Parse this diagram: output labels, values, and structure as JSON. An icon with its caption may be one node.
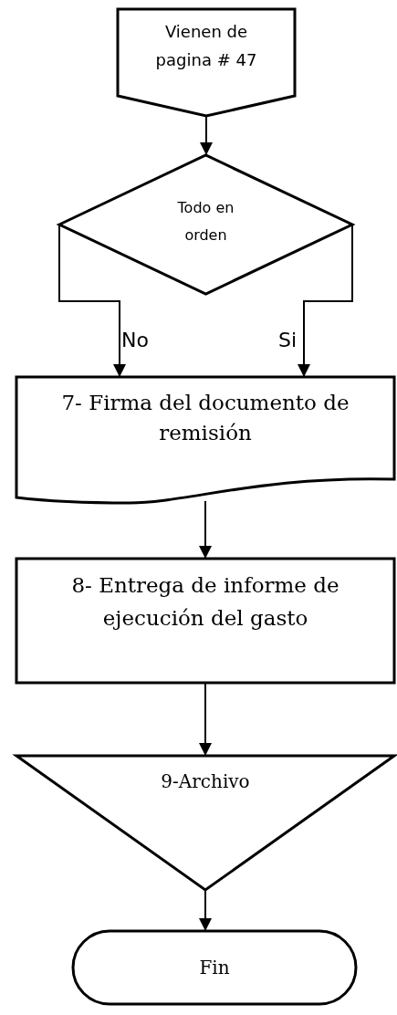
{
  "diagram": {
    "nodes": [
      {
        "text": [
          "Vienen de pagina # 47"
        ]
      },
      {
        "text": [
          "Todo en orden"
        ]
      },
      {
        "text": [
          "7- Firma del documento de remisión"
        ]
      },
      {
        "text": [
          "8- Entrega de informe de ejecución del gasto"
        ]
      },
      {
        "text": [
          "9-Archivo"
        ]
      },
      {
        "text": [
          "Fin"
        ]
      }
    ],
    "edges": [
      {
        "from": 0,
        "to": 1,
        "arrow": "to"
      },
      {
        "from": 1,
        "to": 2,
        "arrow": "to",
        "label": "No"
      },
      {
        "from": 1,
        "to": 2,
        "arrow": "to",
        "label": "Si"
      },
      {
        "from": 2,
        "to": 3,
        "arrow": "to"
      },
      {
        "from": 3,
        "to": 4,
        "arrow": "to"
      },
      {
        "from": 4,
        "to": 5,
        "arrow": "to"
      }
    ]
  }
}
